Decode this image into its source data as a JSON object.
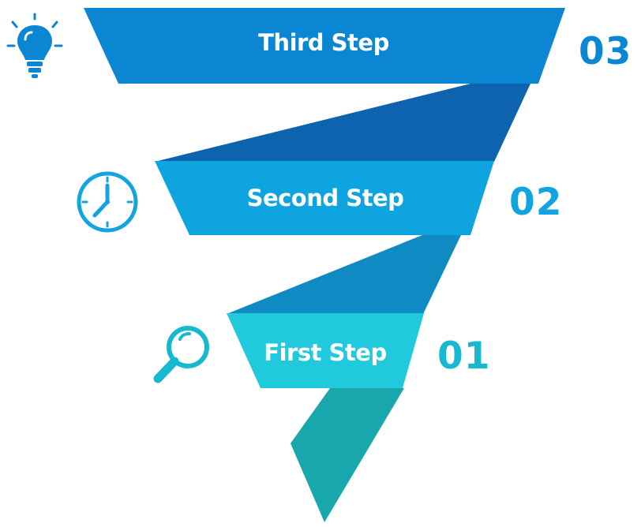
{
  "steps": [
    {
      "label": "Third Step",
      "number": "03",
      "icon": "lightbulb-icon",
      "color": "#0a86d2",
      "number_color": "#0a86d2"
    },
    {
      "label": "Second Step",
      "number": "02",
      "icon": "clock-icon",
      "color": "#0ea4e0",
      "number_color": "#12a4e0"
    },
    {
      "label": "First Step",
      "number": "01",
      "icon": "magnifier-icon",
      "color": "#20c9dc",
      "number_color": "#16b9cf"
    }
  ],
  "ribbon_colors": [
    "#0d63ad",
    "#0f8ac3",
    "#18a7ad"
  ]
}
